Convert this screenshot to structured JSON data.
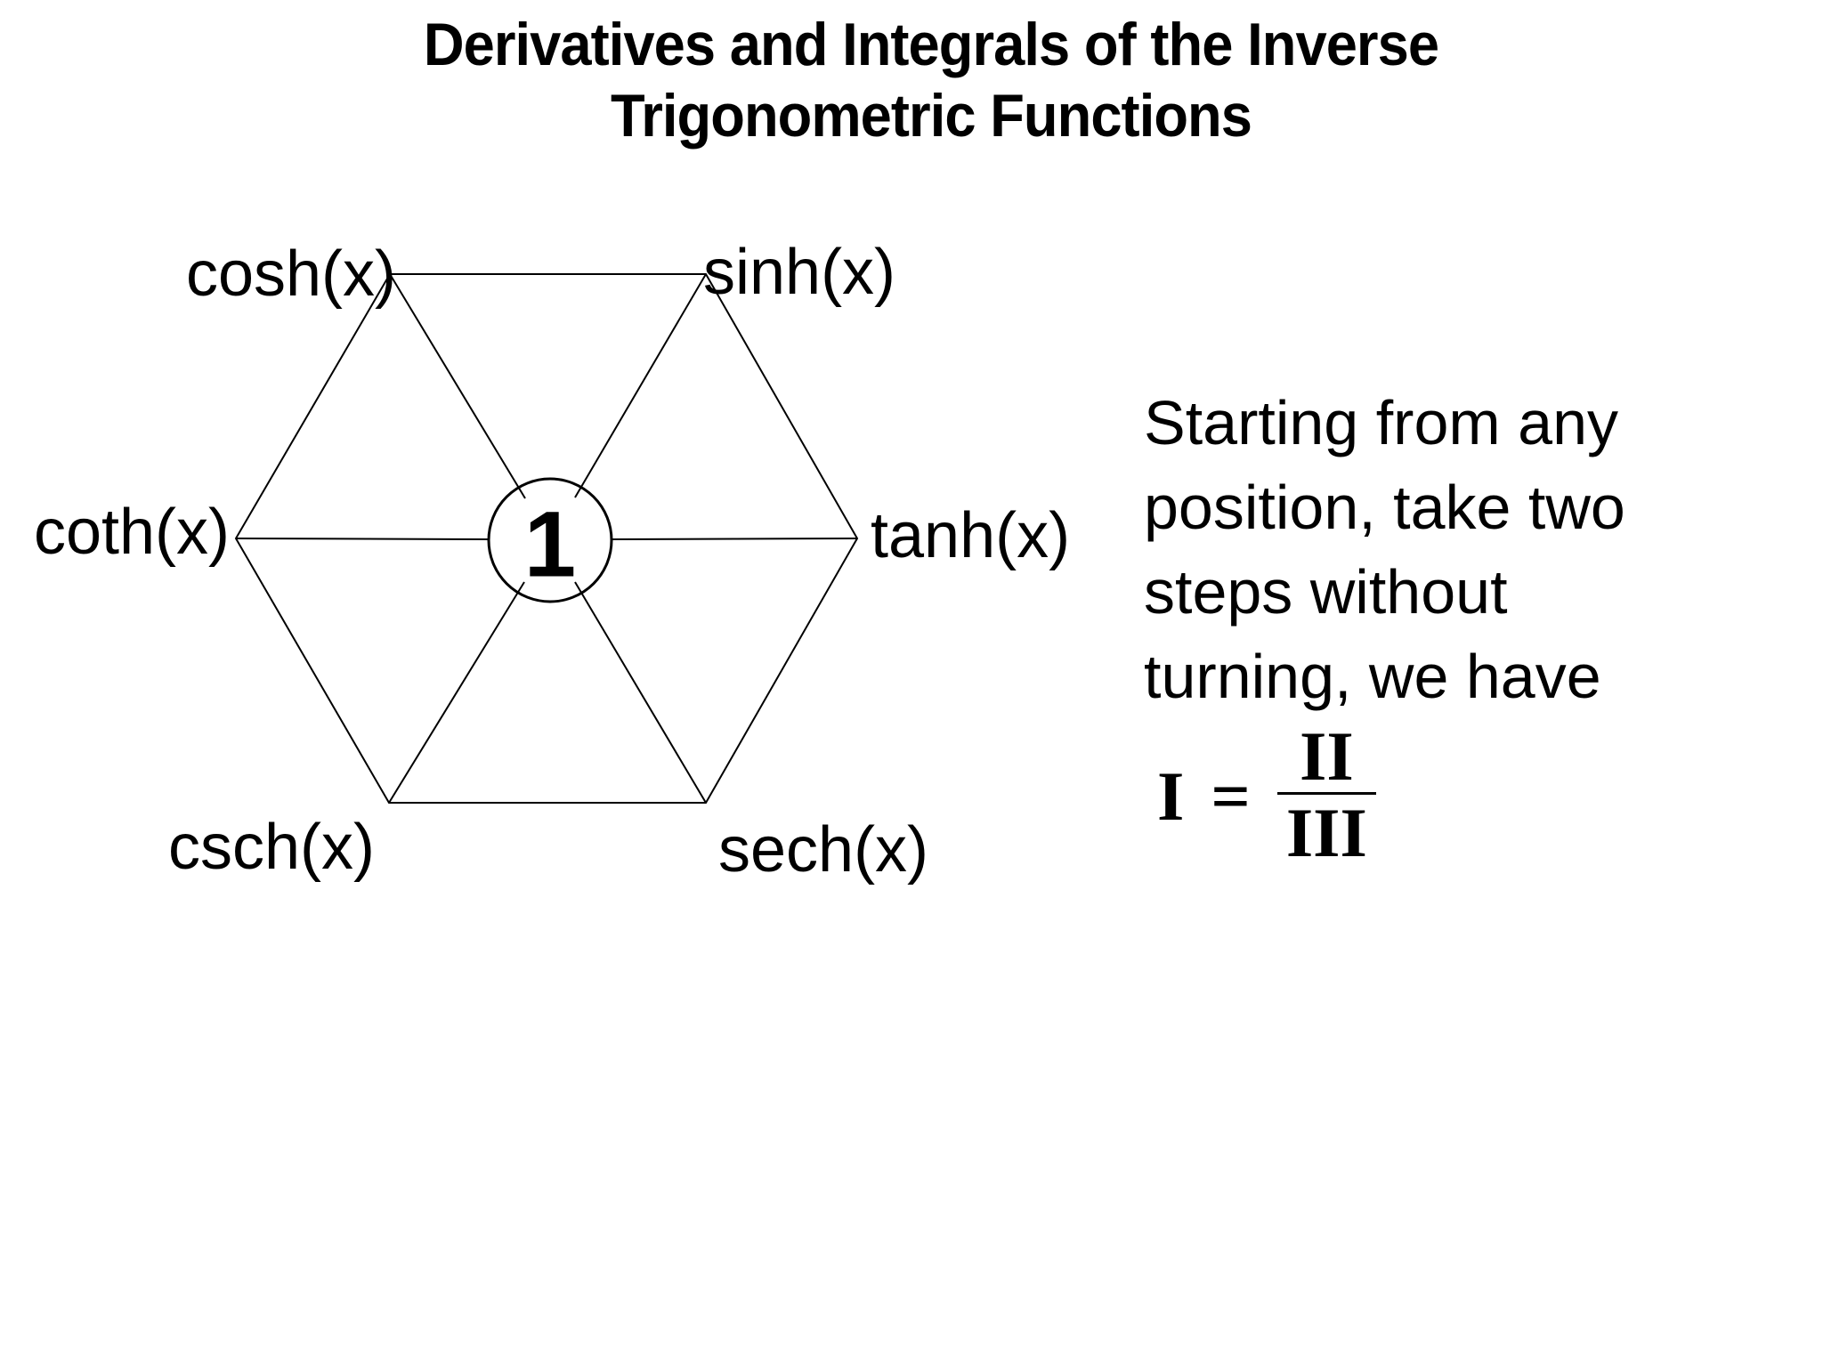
{
  "slide": {
    "background": "#ffffff",
    "ink": "#000000"
  },
  "title": {
    "line1": "Derivatives and Integrals of the Inverse",
    "line2": "Trigonometric Functions"
  },
  "hexagon": {
    "center_value": "1",
    "labels": {
      "top_left": "cosh(x)",
      "top_right": "sinh(x)",
      "right": "tanh(x)",
      "bottom_right": "sech(x)",
      "bottom_left": "csch(x)",
      "left": "coth(x)"
    }
  },
  "note": {
    "lines": [
      "Starting from any",
      "position, take two",
      "steps without",
      "turning, we have"
    ]
  },
  "formula": {
    "lhs": "I",
    "equals": "=",
    "numerator": "II",
    "denominator": "III"
  }
}
